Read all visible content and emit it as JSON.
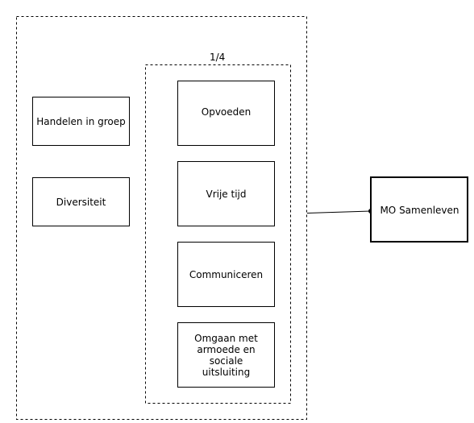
{
  "diagram": {
    "group_label": "1/4",
    "left_boxes": [
      {
        "label": "Handelen in groep"
      },
      {
        "label": "Diversiteit"
      }
    ],
    "inner_boxes": [
      {
        "label": "Opvoeden"
      },
      {
        "label": "Vrije tijd"
      },
      {
        "label": "Communiceren"
      },
      {
        "label": "Omgaan met armoede en sociale uitsluiting"
      }
    ],
    "target_box": {
      "label": "MO Samenleven"
    }
  }
}
